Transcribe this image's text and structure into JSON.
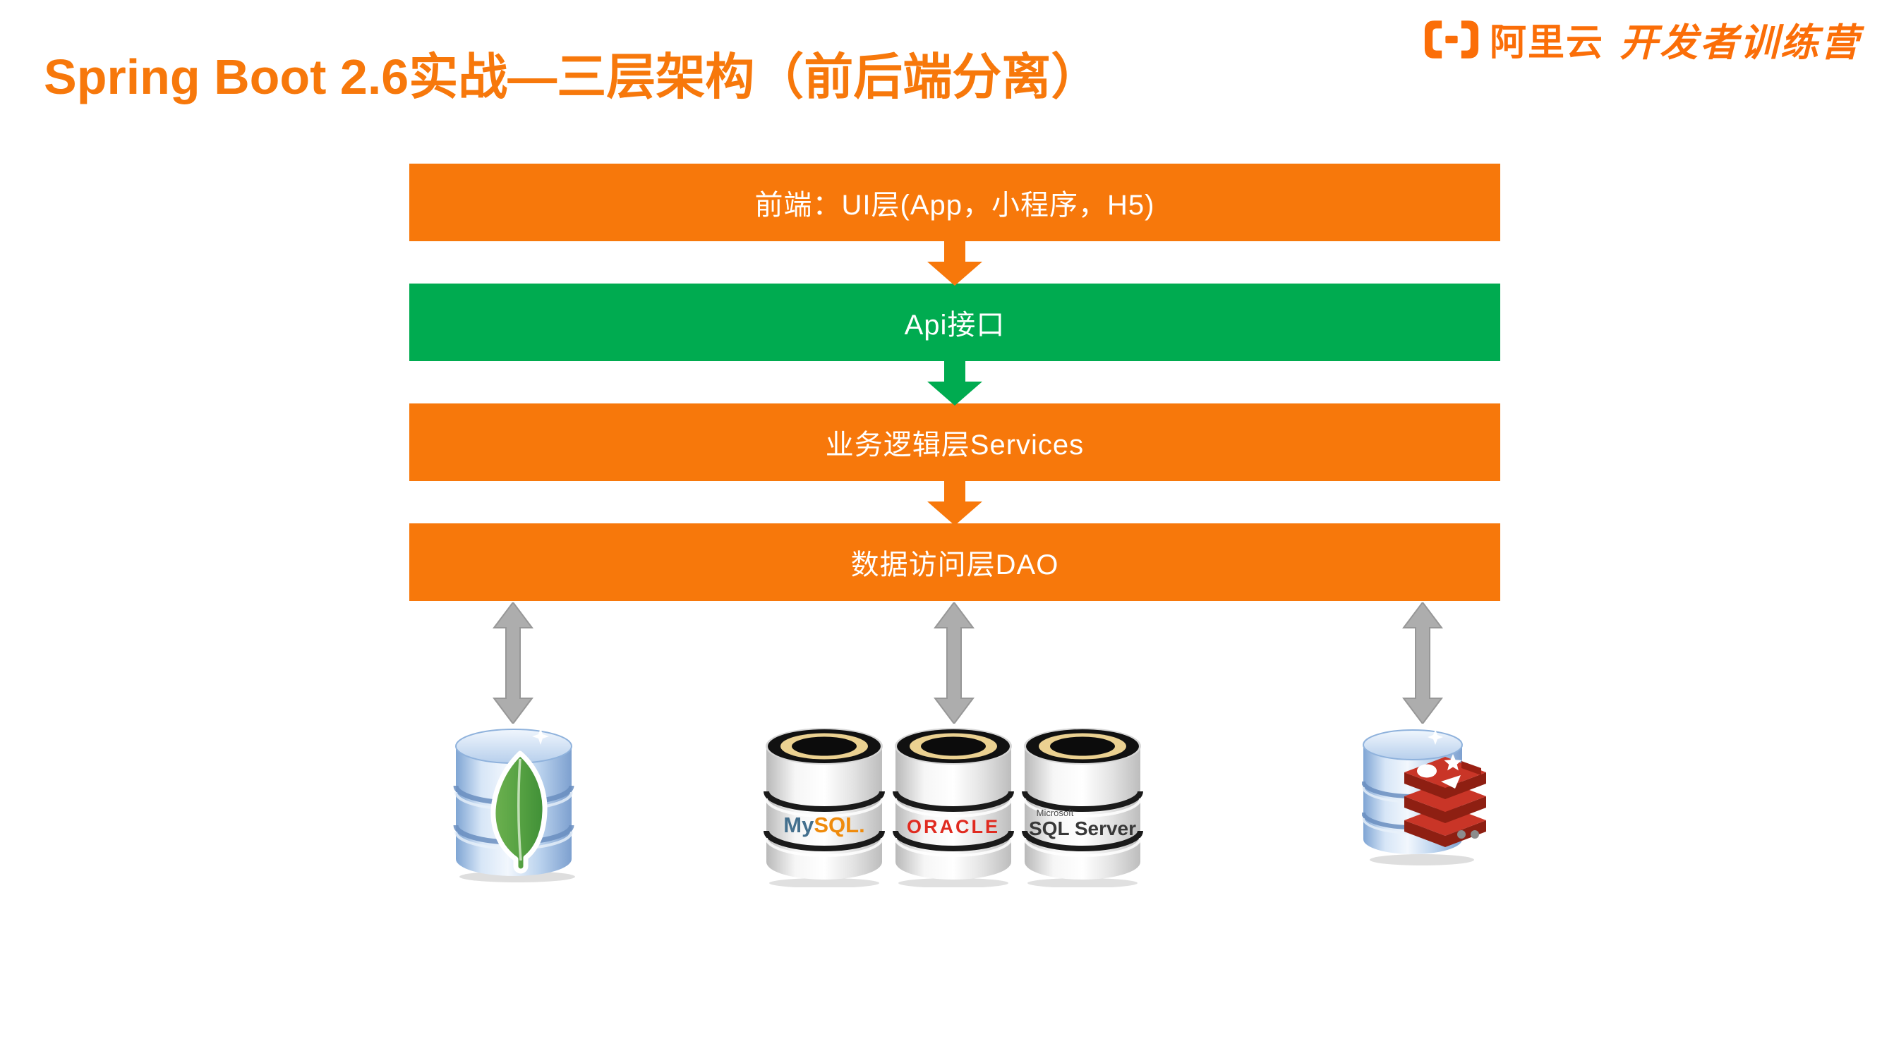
{
  "title": {
    "text": "Spring Boot 2.6实战—三层架构（前后端分离）",
    "color": "#F7780B"
  },
  "logo": {
    "icon": "alibaba-cloud-brackets-icon",
    "brand": "阿里云",
    "program": "开发者训练营",
    "color": "#FB6E08"
  },
  "diagram": {
    "layers": [
      {
        "id": "frontend",
        "label": "前端：UI层(App，小程序，H5)",
        "bg": "#F7780B",
        "fg": "#FFFFFF"
      },
      {
        "id": "api",
        "label": "Api接口",
        "bg": "#00AB50",
        "fg": "#FFFFFF"
      },
      {
        "id": "services",
        "label": "业务逻辑层Services",
        "bg": "#F7780B",
        "fg": "#FFFFFF"
      },
      {
        "id": "dao",
        "label": "数据访问层DAO",
        "bg": "#F7780B",
        "fg": "#FFFFFF"
      }
    ],
    "flow_connectors": [
      {
        "from": "frontend",
        "to": "api",
        "shape": "block-down-arrow",
        "color": "#F7780B"
      },
      {
        "from": "api",
        "to": "services",
        "shape": "block-down-arrow",
        "color": "#00AB50"
      },
      {
        "from": "services",
        "to": "dao",
        "shape": "block-down-arrow",
        "color": "#F7780B"
      }
    ],
    "db_connectors": [
      {
        "from": "dao",
        "to": "mongodb",
        "shape": "double-headed-vertical-arrow",
        "color": "#ADADAD"
      },
      {
        "from": "dao",
        "to": "relational",
        "shape": "double-headed-vertical-arrow",
        "color": "#ADADAD"
      },
      {
        "from": "dao",
        "to": "redis",
        "shape": "double-headed-vertical-arrow",
        "color": "#ADADAD"
      }
    ],
    "databases": {
      "mongodb": {
        "icon": "mongodb-cylinder-icon"
      },
      "relational": [
        {
          "icon": "mysql-cylinder-icon",
          "label_my": "My",
          "label_sql": "SQL.",
          "color_my": "#44708E",
          "color_sql": "#EF8B0C"
        },
        {
          "icon": "oracle-cylinder-icon",
          "label": "ORACLE",
          "color": "#E02B20"
        },
        {
          "icon": "sqlserver-cylinder-icon",
          "label_top": "Microsoft",
          "label": "SQL Server",
          "color": "#383838"
        }
      ],
      "redis": {
        "icon": "redis-cylinder-icon"
      }
    }
  }
}
